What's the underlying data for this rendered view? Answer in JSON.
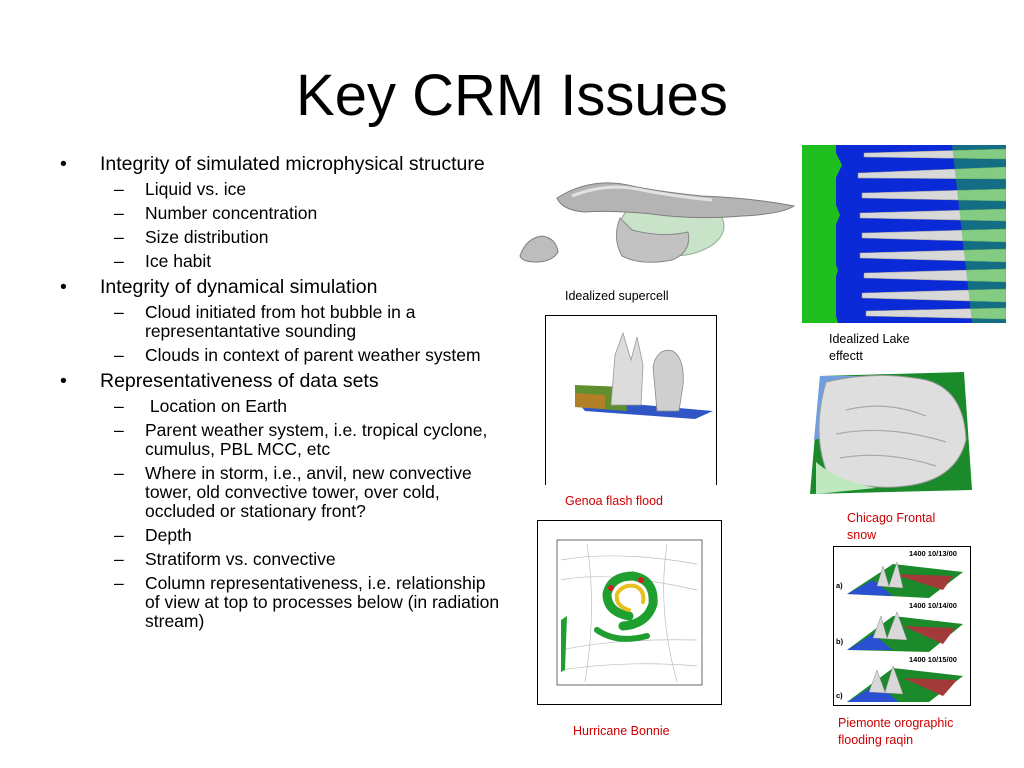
{
  "slide": {
    "title": "Key CRM Issues"
  },
  "bullets": [
    {
      "text": "Integrity of simulated microphysical structure",
      "subs": [
        "Liquid vs. ice",
        "Number concentration",
        "Size distribution",
        "Ice habit"
      ]
    },
    {
      "text": "Integrity of dynamical simulation",
      "subs": [
        "Cloud initiated from hot bubble in a representantative sounding",
        "Clouds in context of parent weather system"
      ]
    },
    {
      "text": "Representativeness of data sets",
      "subs": [
        " Location on Earth",
        "Parent weather system, i.e. tropical cyclone, cumulus, PBL MCC, etc",
        "Where in storm, i.e., anvil, new convective tower, old convective tower, over cold, occluded or stationary front?",
        "Depth",
        "Stratiform vs. convective",
        "Column representativeness, i.e. relationship of view at top to processes below (in radiation stream)"
      ]
    }
  ],
  "marks": {
    "bullet": "•",
    "dash": "–"
  },
  "figures": {
    "supercell": {
      "caption": "Idealized supercell"
    },
    "lake": {
      "caption_line1": "Idealized Lake",
      "caption_line2": "effectt"
    },
    "genoa": {
      "caption": "Genoa flash flood"
    },
    "chicago": {
      "caption_line1": "Chicago Frontal",
      "caption_line2": "snow"
    },
    "hurricane": {
      "caption": "Hurricane Bonnie"
    },
    "piemonte": {
      "caption_line1": "Piemonte orographic",
      "caption_line2": "flooding raqin",
      "panels": [
        {
          "label": "a)",
          "stamp": "1400 10/13/00"
        },
        {
          "label": "b)",
          "stamp": "1400 10/14/00"
        },
        {
          "label": "c)",
          "stamp": "1400 10/15/00"
        }
      ]
    }
  },
  "colors": {
    "caption_red": "#cc0000",
    "land_green": "#1fbf1f",
    "water_blue": "#0a2ad8"
  }
}
